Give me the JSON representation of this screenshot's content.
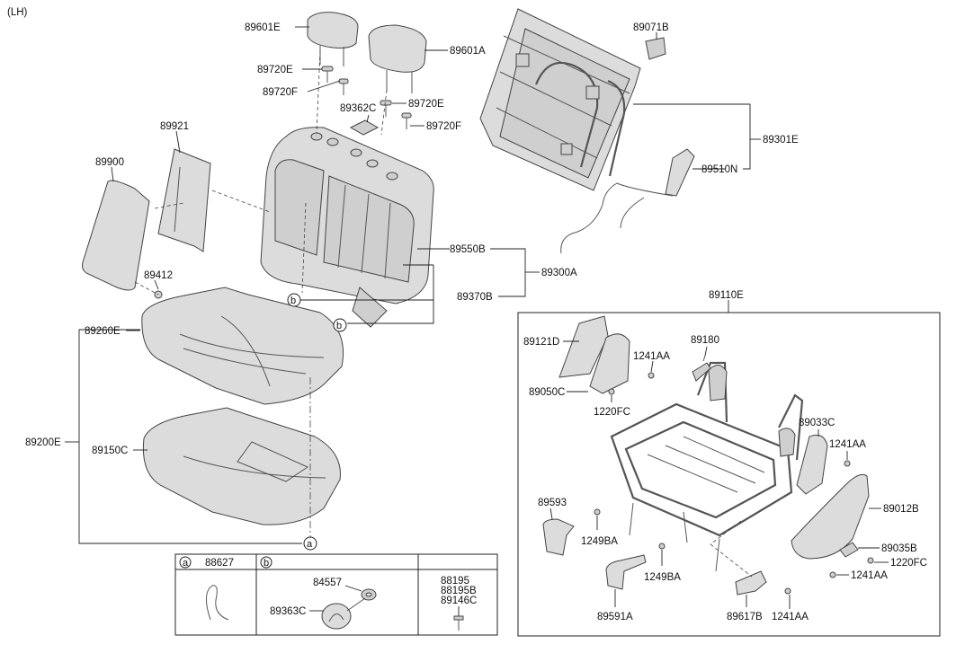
{
  "corner_label": "(LH)",
  "labels": {
    "p89601E": "89601E",
    "p89601A": "89601A",
    "p89720E_a": "89720E",
    "p89720F_a": "89720F",
    "p89362C": "89362C",
    "p89720E_b": "89720E",
    "p89720F_b": "89720F",
    "p89071B": "89071B",
    "p89301E": "89301E",
    "p89510N": "89510N",
    "p89921": "89921",
    "p89900": "89900",
    "p89412": "89412",
    "p89550B": "89550B",
    "p89300A": "89300A",
    "p89370B": "89370B",
    "p89260E": "89260E",
    "p89200E": "89200E",
    "p89150C": "89150C",
    "p89110E": "89110E",
    "p89121D": "89121D",
    "p1241AA_a": "1241AA",
    "p89180": "89180",
    "p89050C": "89050C",
    "p1220FC_a": "1220FC",
    "p89033C": "89033C",
    "p1241AA_b": "1241AA",
    "p89593": "89593",
    "p89012B": "89012B",
    "p1249BA_a": "1249BA",
    "p1249BA_b": "1249BA",
    "p89035B": "89035B",
    "p1220FC_b": "1220FC",
    "p1241AA_c": "1241AA",
    "p89591A": "89591A",
    "p89617B": "89617B",
    "p1241AA_d": "1241AA"
  },
  "callouts": {
    "a": "a",
    "b": "b"
  },
  "legend_table": {
    "col_a_letter": "a",
    "col_a_part": "88627",
    "col_b_letter": "b",
    "col_b_part_1": "84557",
    "col_b_part_2": "89363C",
    "col_c_part_1": "88195",
    "col_c_part_2": "88195B",
    "col_c_part_3": "89146C"
  }
}
